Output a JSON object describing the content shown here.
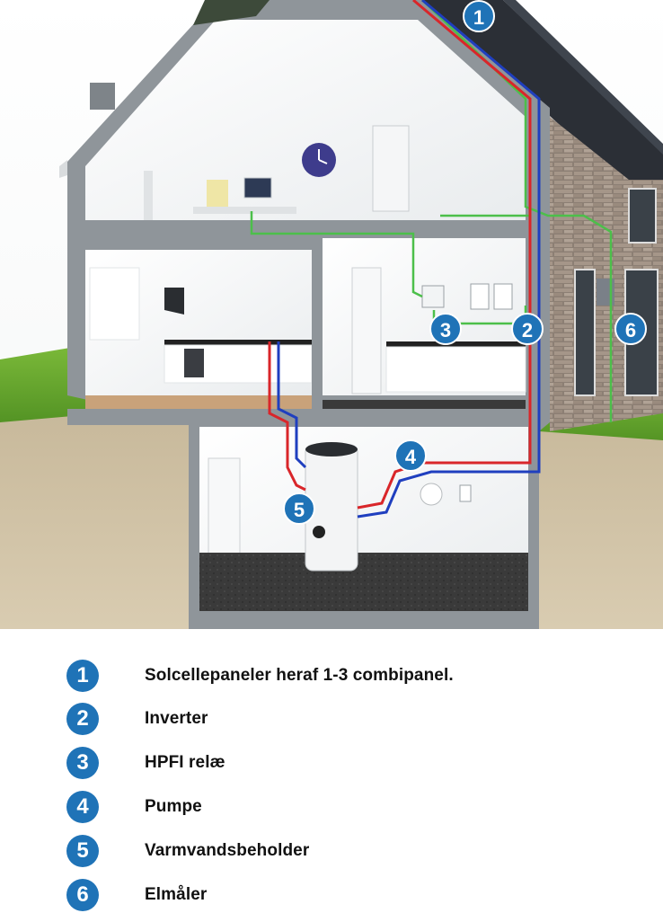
{
  "colors": {
    "badge": "#1f73b7",
    "pipe_hot": "#d9262a",
    "pipe_cold": "#1f3fbf",
    "cable": "#4cbf4a"
  },
  "markers": [
    {
      "num": "1"
    },
    {
      "num": "2"
    },
    {
      "num": "3"
    },
    {
      "num": "4"
    },
    {
      "num": "5"
    },
    {
      "num": "6"
    }
  ],
  "legend": [
    {
      "num": "1",
      "label": "Solcellepaneler heraf 1-3 combipanel."
    },
    {
      "num": "2",
      "label": "Inverter"
    },
    {
      "num": "3",
      "label": "HPFI relæ"
    },
    {
      "num": "4",
      "label": "Pumpe"
    },
    {
      "num": "5",
      "label": "Varmvandsbeholder"
    },
    {
      "num": "6",
      "label": "Elmåler"
    }
  ]
}
